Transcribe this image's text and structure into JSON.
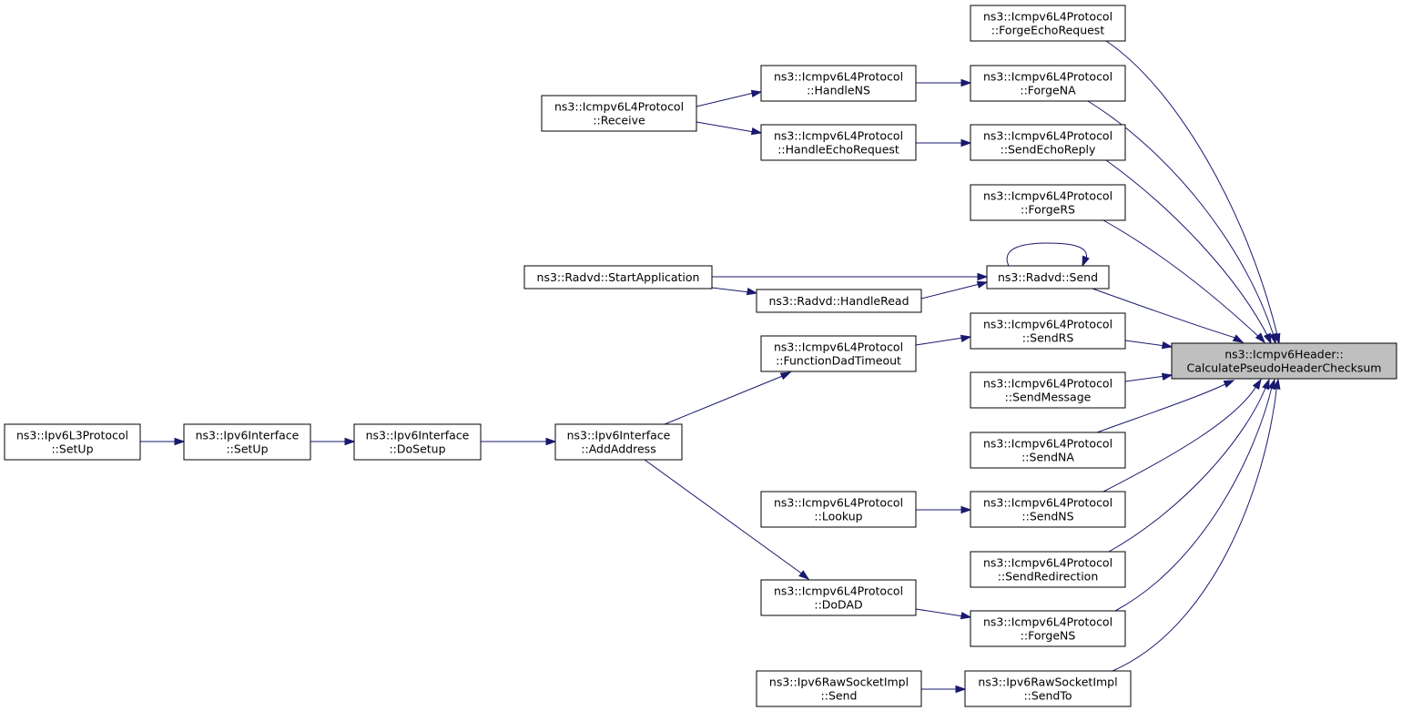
{
  "nodes": [
    {
      "id": "calc",
      "line1": "ns3::Icmpv6Header::",
      "line2": "CalculatePseudoHeaderChecksum",
      "root": true
    },
    {
      "id": "forgeEcho",
      "line1": "ns3::Icmpv6L4Protocol",
      "line2": "::ForgeEchoRequest"
    },
    {
      "id": "forgeNA",
      "line1": "ns3::Icmpv6L4Protocol",
      "line2": "::ForgeNA"
    },
    {
      "id": "sendEchoReply",
      "line1": "ns3::Icmpv6L4Protocol",
      "line2": "::SendEchoReply"
    },
    {
      "id": "forgeRS",
      "line1": "ns3::Icmpv6L4Protocol",
      "line2": "::ForgeRS"
    },
    {
      "id": "radvdSend",
      "line1": "ns3::Radvd::Send",
      "line2": ""
    },
    {
      "id": "sendRS",
      "line1": "ns3::Icmpv6L4Protocol",
      "line2": "::SendRS"
    },
    {
      "id": "sendMessage",
      "line1": "ns3::Icmpv6L4Protocol",
      "line2": "::SendMessage"
    },
    {
      "id": "sendNA",
      "line1": "ns3::Icmpv6L4Protocol",
      "line2": "::SendNA"
    },
    {
      "id": "sendNS",
      "line1": "ns3::Icmpv6L4Protocol",
      "line2": "::SendNS"
    },
    {
      "id": "sendRedirection",
      "line1": "ns3::Icmpv6L4Protocol",
      "line2": "::SendRedirection"
    },
    {
      "id": "forgeNS",
      "line1": "ns3::Icmpv6L4Protocol",
      "line2": "::ForgeNS"
    },
    {
      "id": "sendTo",
      "line1": "ns3::Ipv6RawSocketImpl",
      "line2": "::SendTo"
    },
    {
      "id": "handleNS",
      "line1": "ns3::Icmpv6L4Protocol",
      "line2": "::HandleNS"
    },
    {
      "id": "handleEcho",
      "line1": "ns3::Icmpv6L4Protocol",
      "line2": "::HandleEchoRequest"
    },
    {
      "id": "receive",
      "line1": "ns3::Icmpv6L4Protocol",
      "line2": "::Receive"
    },
    {
      "id": "startApp",
      "line1": "ns3::Radvd::StartApplication",
      "line2": ""
    },
    {
      "id": "handleRead",
      "line1": "ns3::Radvd::HandleRead",
      "line2": ""
    },
    {
      "id": "dadTimeout",
      "line1": "ns3::Icmpv6L4Protocol",
      "line2": "::FunctionDadTimeout"
    },
    {
      "id": "addAddress",
      "line1": "ns3::Ipv6Interface",
      "line2": "::AddAddress"
    },
    {
      "id": "doSetup",
      "line1": "ns3::Ipv6Interface",
      "line2": "::DoSetup"
    },
    {
      "id": "ifSetUp",
      "line1": "ns3::Ipv6Interface",
      "line2": "::SetUp"
    },
    {
      "id": "l3SetUp",
      "line1": "ns3::Ipv6L3Protocol",
      "line2": "::SetUp"
    },
    {
      "id": "lookup",
      "line1": "ns3::Icmpv6L4Protocol",
      "line2": "::Lookup"
    },
    {
      "id": "doDAD",
      "line1": "ns3::Icmpv6L4Protocol",
      "line2": "::DoDAD"
    },
    {
      "id": "rawSend",
      "line1": "ns3::Ipv6RawSocketImpl",
      "line2": "::Send"
    }
  ],
  "edges": [
    {
      "from": "forgeEcho",
      "to": "calc"
    },
    {
      "from": "forgeNA",
      "to": "calc"
    },
    {
      "from": "sendEchoReply",
      "to": "calc"
    },
    {
      "from": "forgeRS",
      "to": "calc"
    },
    {
      "from": "radvdSend",
      "to": "calc"
    },
    {
      "from": "sendRS",
      "to": "calc"
    },
    {
      "from": "sendMessage",
      "to": "calc"
    },
    {
      "from": "sendNA",
      "to": "calc"
    },
    {
      "from": "sendNS",
      "to": "calc"
    },
    {
      "from": "sendRedirection",
      "to": "calc"
    },
    {
      "from": "forgeNS",
      "to": "calc"
    },
    {
      "from": "sendTo",
      "to": "calc"
    },
    {
      "from": "handleNS",
      "to": "forgeNA"
    },
    {
      "from": "handleEcho",
      "to": "sendEchoReply"
    },
    {
      "from": "receive",
      "to": "handleNS"
    },
    {
      "from": "receive",
      "to": "handleEcho"
    },
    {
      "from": "radvdSend",
      "to": "radvdSend"
    },
    {
      "from": "startApp",
      "to": "radvdSend"
    },
    {
      "from": "startApp",
      "to": "handleRead"
    },
    {
      "from": "handleRead",
      "to": "radvdSend"
    },
    {
      "from": "dadTimeout",
      "to": "sendRS"
    },
    {
      "from": "addAddress",
      "to": "dadTimeout"
    },
    {
      "from": "addAddress",
      "to": "doDAD"
    },
    {
      "from": "doSetup",
      "to": "addAddress"
    },
    {
      "from": "ifSetUp",
      "to": "doSetup"
    },
    {
      "from": "l3SetUp",
      "to": "ifSetUp"
    },
    {
      "from": "lookup",
      "to": "sendNS"
    },
    {
      "from": "doDAD",
      "to": "forgeNS"
    },
    {
      "from": "rawSend",
      "to": "sendTo"
    }
  ]
}
